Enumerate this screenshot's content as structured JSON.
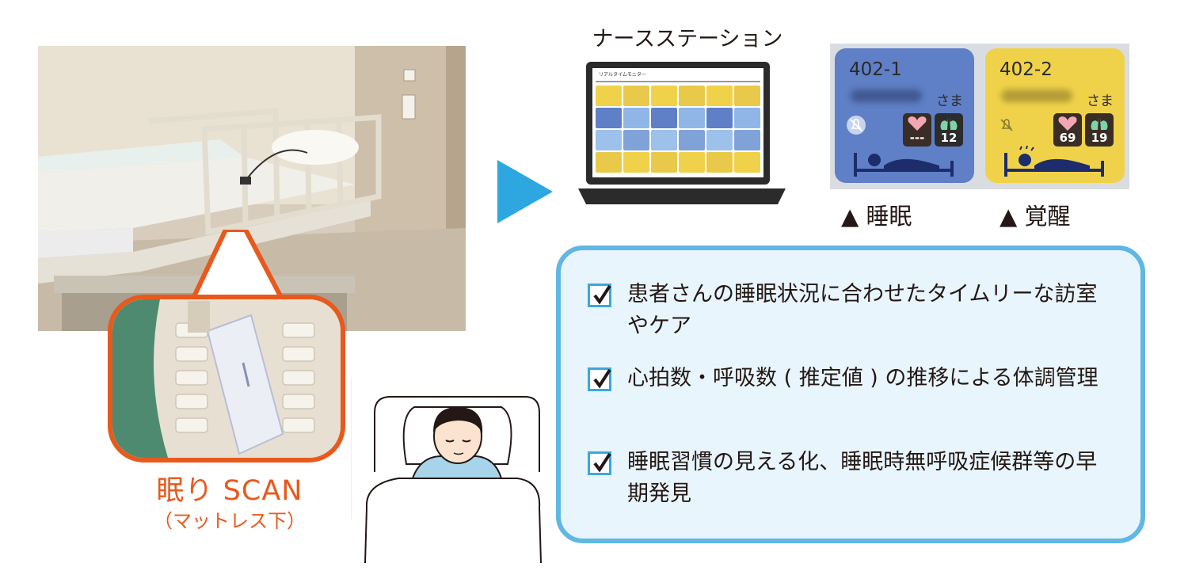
{
  "product": {
    "name": "眠り SCAN",
    "placement": "（マットレス下）"
  },
  "station": {
    "label": "ナースステーション",
    "screen_title": "リアルタイムモニター"
  },
  "monitor_cards": [
    {
      "room": "402-1",
      "suffix": "さま",
      "heart": "---",
      "resp": "12",
      "state_caption": "▲ 睡眠",
      "bg": "#5f7fc6"
    },
    {
      "room": "402-2",
      "suffix": "さま",
      "heart": "69",
      "resp": "19",
      "state_caption": "▲ 覚醒",
      "bg": "#f0d24a"
    }
  ],
  "benefits": [
    {
      "text": "患者さんの睡眠状況に合わせたタイムリーな訪室やケア"
    },
    {
      "text": "心拍数・呼吸数 ( 推定値 ) の推移による体調管理"
    },
    {
      "text": "睡眠習慣の見える化、睡眠時無呼吸症候群等の早期発見"
    }
  ],
  "colors": {
    "accent_orange": "#e8591d",
    "accent_blue": "#60b7e3",
    "arrow_blue": "#2ea7e0",
    "panel_bg": "#e8f5fc"
  }
}
